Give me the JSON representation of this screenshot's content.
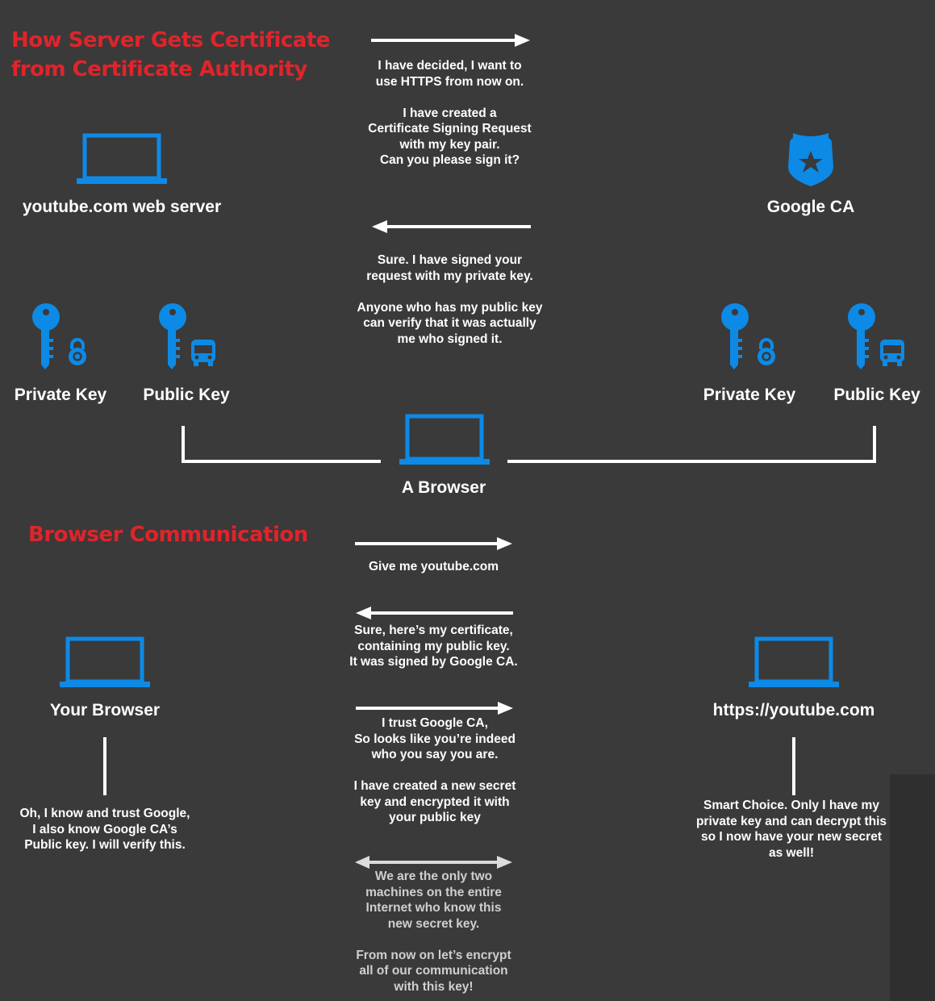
{
  "colors": {
    "background": "#3a3a3a",
    "accent_blue": "#0d8ae6",
    "title_red": "#e0242b",
    "line_white": "#ffffff"
  },
  "section1": {
    "title_line1": "How Server Gets Certificate",
    "title_line2": "from Certificate Authority",
    "server_label": "youtube.com web server",
    "ca_label": "Google CA",
    "msg_request": "I have decided, I want to\nuse HTTPS from now on.\n\nI have created a\nCertificate Signing Request\nwith my key pair.\nCan you please sign it?",
    "msg_response": "Sure. I have signed your\nrequest with my private key.\n\nAnyone who has my public key\ncan verify that it was actually\nme who signed it.",
    "left_private_key": "Private Key",
    "left_public_key": "Public Key",
    "right_private_key": "Private Key",
    "right_public_key": "Public Key",
    "browser_label": "A Browser"
  },
  "section2": {
    "title": "Browser Communication",
    "your_browser_label": "Your Browser",
    "server_label": "https://youtube.com",
    "msg_give": "Give me youtube.com",
    "msg_certificate": "Sure, here’s my certificate,\ncontaining my public key.\nIt was signed by Google CA.",
    "msg_trust": "I trust Google CA,\nSo looks like you’re indeed\nwho you say you are.\n\nI have created a new secret\nkey and encrypted it with\nyour public key",
    "msg_shared": "We are the only two\nmachines on the entire\nInternet who know this\nnew secret key.\n\nFrom now on let’s encrypt\nall of our communication\nwith this key!",
    "browser_note": "Oh, I know and trust Google,\nI also know Google CA’s\nPublic key. I will verify this.",
    "server_note": "Smart Choice. Only I have my\nprivate key and can decrypt this\nso I now have your new secret\nas well!"
  },
  "icons": [
    "laptop-icon",
    "police-badge-icon",
    "key-icon",
    "padlock-icon",
    "bus-icon"
  ]
}
